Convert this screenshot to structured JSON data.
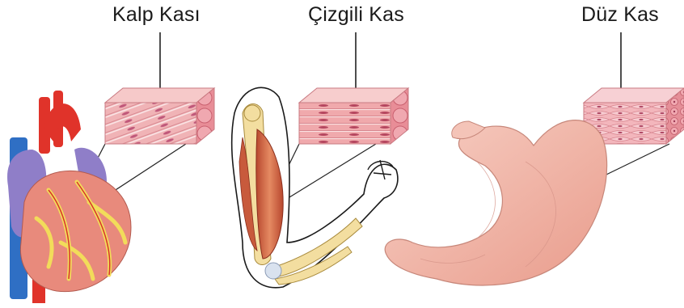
{
  "labels": {
    "cardiac": "Kalp Kası",
    "skeletal": "Çizgili Kas",
    "smooth": "Düz Kas"
  },
  "icons": {
    "cardiac": "heart-icon",
    "skeletal": "arm-muscle-icon",
    "smooth": "stomach-icon"
  },
  "colors": {
    "tissue": "#e9a0a6",
    "tissue_dark": "#c96c78",
    "heart_red": "#e0332a",
    "heart_purple": "#8f7ec8",
    "heart_blue": "#2f6fc4",
    "fat_yellow": "#f2dc5a",
    "muscle": "#d06a4a",
    "bone": "#f3dea0",
    "stomach": "#f2b5a8"
  }
}
